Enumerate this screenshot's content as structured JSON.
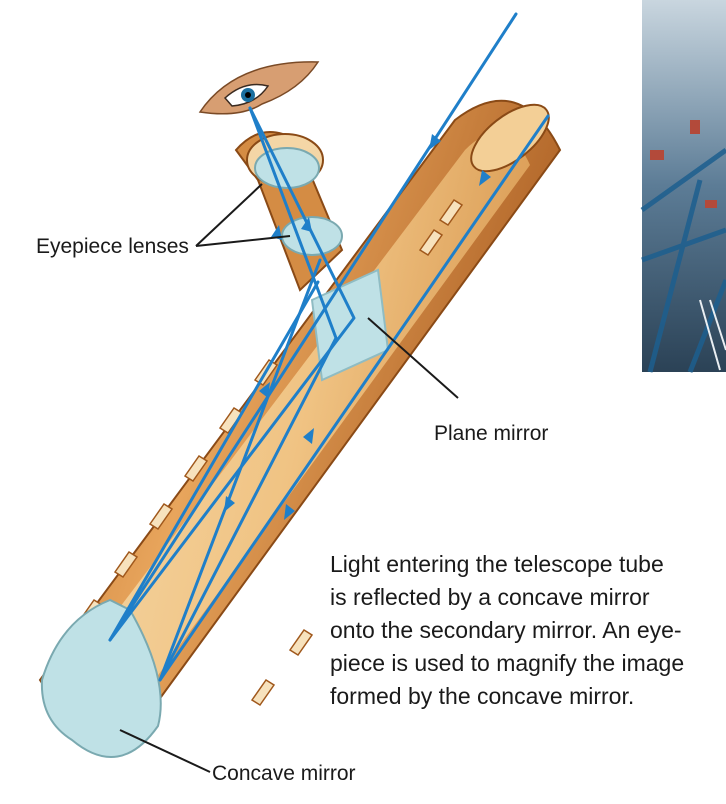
{
  "labels": {
    "eyepiece_lenses": "Eyepiece lenses",
    "plane_mirror": "Plane mirror",
    "concave_mirror": "Concave mirror"
  },
  "caption_lines": [
    "Light entering the telescope tube",
    "is reflected by a concave mirror",
    "onto the secondary mirror. An eye-",
    "piece is used to magnify the image",
    "formed by the concave mirror."
  ],
  "colors": {
    "light_ray": "#1f7fc9",
    "tube_outer": "#d4873f",
    "tube_inner": "#f2c98c",
    "mirror": "#bfe1e6",
    "background": "#ffffff"
  },
  "icons": {
    "eye": "eye-icon",
    "photo": "observatory-photo"
  }
}
